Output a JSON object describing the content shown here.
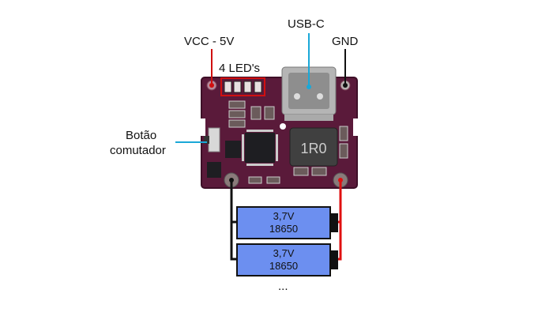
{
  "labels": {
    "vcc": "VCC - 5V",
    "leds": "4 LED's",
    "usb": "USB-C",
    "gnd": "GND",
    "switch_line1": "Botão",
    "switch_line2": "comutador",
    "board_inductor": "1R0",
    "ellipsis": "..."
  },
  "batteries": [
    {
      "voltage": "3,7V",
      "model": "18650"
    },
    {
      "voltage": "3,7V",
      "model": "18650"
    }
  ],
  "colors": {
    "board": "#5a1a3a",
    "battery_fill": "#6c8ff0",
    "positive_wire": "#e01010",
    "negative_wire": "#111111",
    "usb_pointer": "#1aa8d8"
  }
}
